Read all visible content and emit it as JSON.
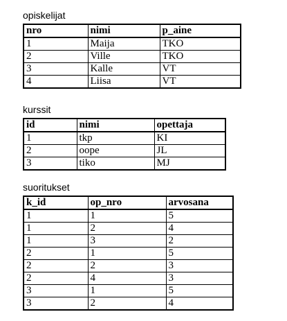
{
  "tables": [
    {
      "caption": "opiskelijat",
      "headers": [
        "nro",
        "nimi",
        "p_aine"
      ],
      "rows": [
        [
          "1",
          "Maija",
          "TKO"
        ],
        [
          "2",
          "Ville",
          "TKO"
        ],
        [
          "3",
          "Kalle",
          "VT"
        ],
        [
          "4",
          "Liisa",
          "VT"
        ]
      ]
    },
    {
      "caption": "kurssit",
      "headers": [
        "id",
        "nimi",
        "opettaja"
      ],
      "rows": [
        [
          "1",
          "tkp",
          "KI"
        ],
        [
          "2",
          "oope",
          "JL"
        ],
        [
          "3",
          "tiko",
          "MJ"
        ]
      ]
    },
    {
      "caption": "suoritukset",
      "headers": [
        "k_id",
        "op_nro",
        "arvosana"
      ],
      "rows": [
        [
          "1",
          "1",
          "5"
        ],
        [
          "1",
          "2",
          "4"
        ],
        [
          "1",
          "3",
          "2"
        ],
        [
          "2",
          "1",
          "5"
        ],
        [
          "2",
          "2",
          "3"
        ],
        [
          "2",
          "4",
          "3"
        ],
        [
          "3",
          "1",
          "5"
        ],
        [
          "3",
          "2",
          "4"
        ]
      ]
    }
  ]
}
